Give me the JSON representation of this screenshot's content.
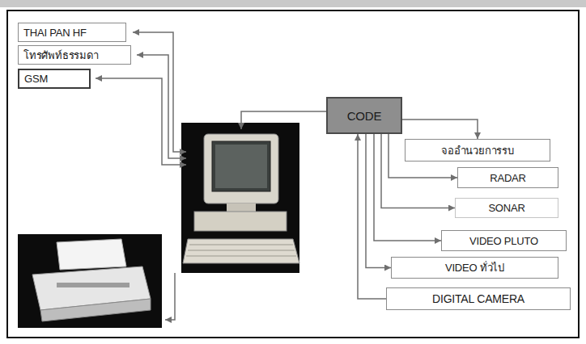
{
  "diagram": {
    "nodes": [
      {
        "text": [
          "THAI PAN HF"
        ]
      },
      {
        "text": [
          "โทรศัพท์ธรรมดา"
        ]
      },
      {
        "text": [
          "GSM"
        ]
      },
      {
        "text": [
          "CODE"
        ]
      },
      {
        "text": [
          "จออำนวยการรบ"
        ]
      },
      {
        "text": [
          "RADAR"
        ]
      },
      {
        "text": [
          "SONAR"
        ]
      },
      {
        "text": [
          "VIDEO PLUTO"
        ]
      },
      {
        "text": [
          "VIDEO ทั่วไป"
        ]
      },
      {
        "text": [
          "DIGITAL CAMERA"
        ]
      }
    ],
    "edges": [
      {
        "from": 3,
        "to": 4,
        "arrow": "to"
      },
      {
        "from": 3,
        "to": 5,
        "arrow": "to"
      },
      {
        "from": 3,
        "to": 6,
        "arrow": "to"
      },
      {
        "from": 3,
        "to": 7,
        "arrow": "to"
      },
      {
        "from": 3,
        "to": 8,
        "arrow": "to"
      },
      {
        "from": 9,
        "to": 3,
        "arrow": "to"
      }
    ]
  }
}
